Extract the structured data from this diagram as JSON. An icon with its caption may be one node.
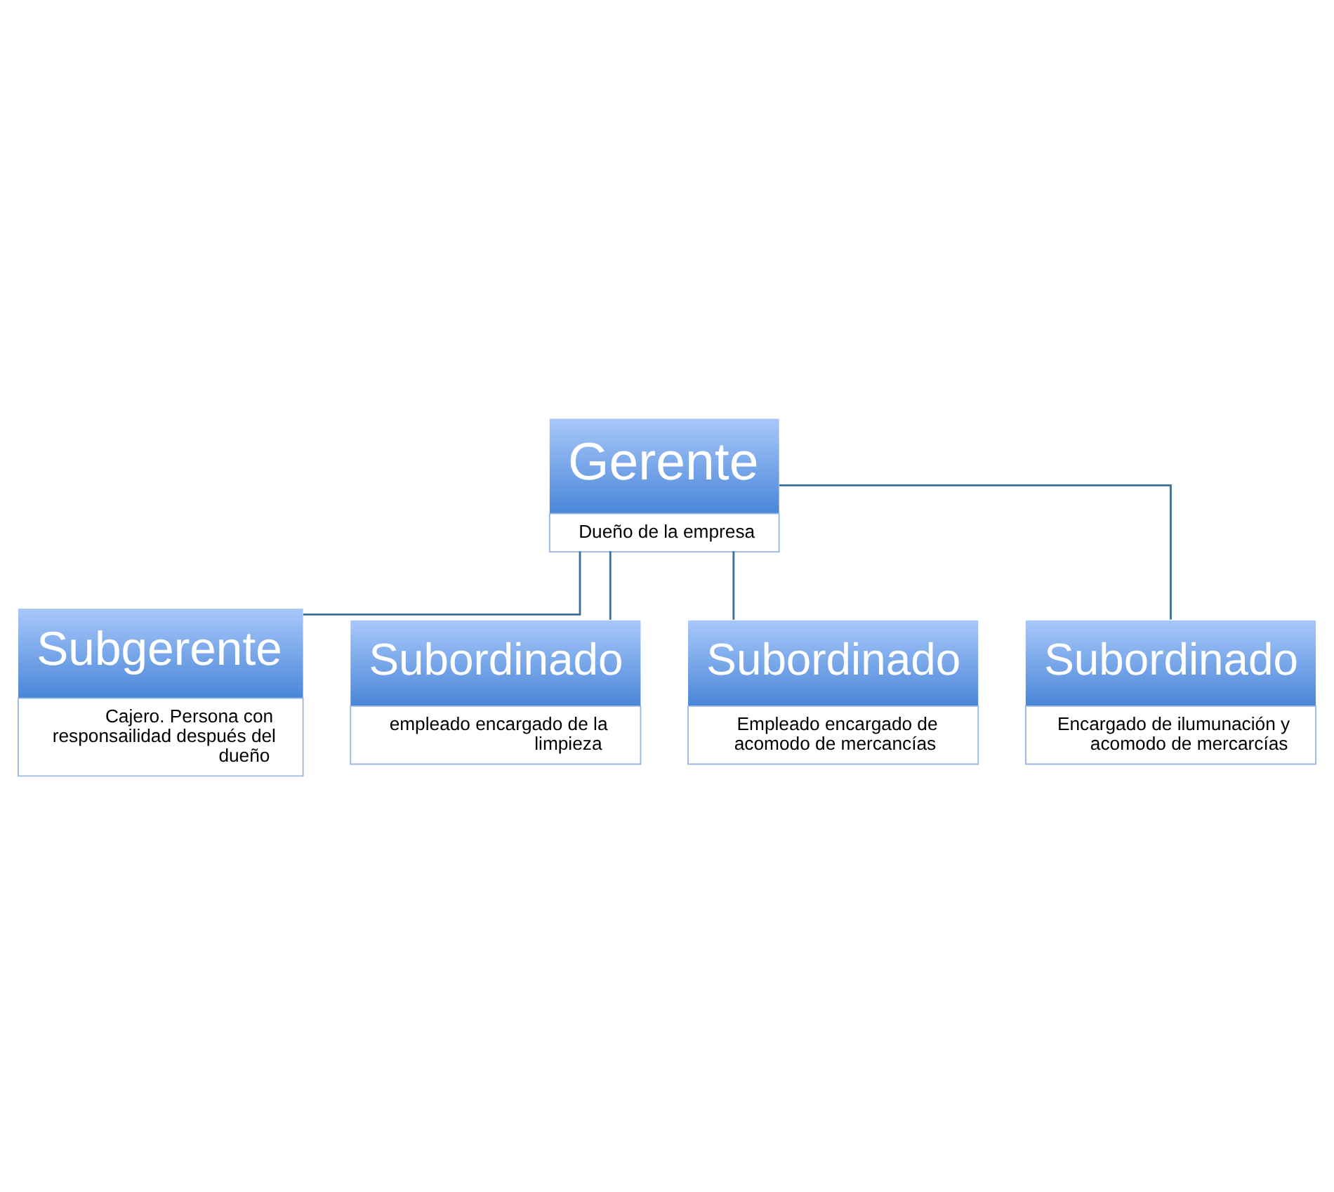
{
  "diagram": {
    "nodes": [
      {
        "text": [
          "Gerente",
          "Dueño de la empresa"
        ]
      },
      {
        "text": [
          "Subgerente",
          "Cajero. Persona con responsailidad después del dueño"
        ]
      },
      {
        "text": [
          "Subordinado",
          "empleado encargado de la limpieza"
        ]
      },
      {
        "text": [
          "Subordinado",
          "Empleado encargado de acomodo de mercancías"
        ]
      },
      {
        "text": [
          "Subordinado",
          "Encargado de ilumunación y acomodo de mercarcías"
        ]
      }
    ],
    "edges": [
      {
        "from": 0,
        "to": 1,
        "arrow": "none"
      },
      {
        "from": 0,
        "to": 2,
        "arrow": "none"
      },
      {
        "from": 0,
        "to": 3,
        "arrow": "none"
      },
      {
        "from": 0,
        "to": 4,
        "arrow": "none"
      }
    ]
  }
}
